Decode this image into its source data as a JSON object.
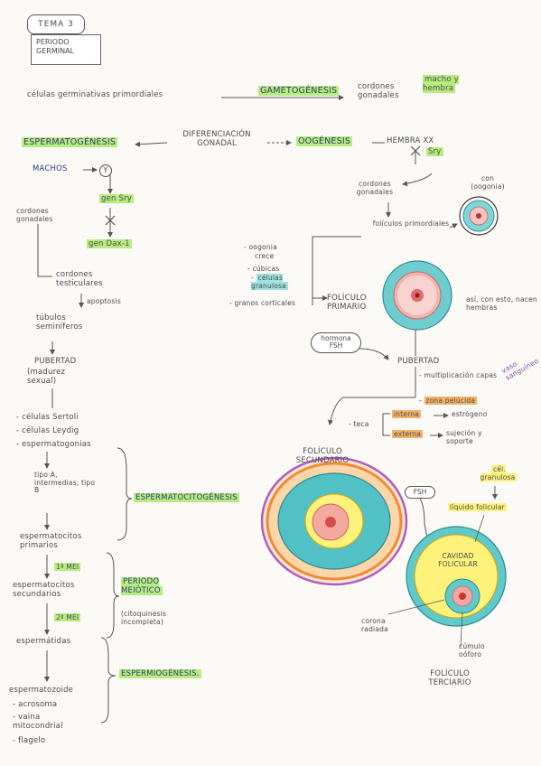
{
  "title": "TEMA 3",
  "subtitle": "PERIODO GERMINAL",
  "row1": {
    "celulas": "células germinativas primordiales",
    "gametogenesis": "GAMETOGÉNESIS",
    "cordones": "cordones gonadales",
    "macho_hembra": "macho y hembra"
  },
  "row2": {
    "espermatogenesis": "ESPERMATOGÉNESIS",
    "diferenciacion": "DIFERENCIACIÓN GONADAL",
    "oogenesis": "OOGÉNESIS",
    "hembra": "HEMBRA XX",
    "sry": "Sry"
  },
  "left": {
    "machos": "MACHOS",
    "y_mark": "Y",
    "gen_sry": "gen Sry",
    "cordones_gonadales": "cordones gonadales",
    "gen_dax": "gen Dax-1",
    "cordones_testiculares": "cordones testiculares",
    "apoptosis": "apoptosis",
    "tubulos": "túbulos seminíferos",
    "pubertad": "PUBERTAD",
    "madurez": "(madurez sexual)",
    "cel_sertoli": "células Sertoli",
    "cel_leydig": "células Leydig",
    "espermatogonias": "espermatogonias",
    "tipos": "tipo A, intermedias, tipo B",
    "espermatocitos1": "espermatocitos primarios",
    "meiosis1": "1ª MEI",
    "espermatocitos2": "espermatocitos secundarios",
    "meiosis2": "2ª MEI",
    "espermatidas": "espermátidas",
    "espermatozoide": "espermatozoide",
    "acrosoma": "acrosoma",
    "vaina": "vaina mitocondrial",
    "flagelo": "flagelo",
    "espermatocitogenesis": "ESPERMATOCITOGÉNESIS",
    "periodo_meiotico": "PERIODO MEIÓTICO",
    "citoquinesis": "(citoquinesis incompleta)",
    "espermiogenesis": "ESPERMIOGÉNESIS."
  },
  "right": {
    "cordones_gonadales": "cordones gonadales",
    "con_oogonia": "con (oogonia)",
    "foliculos": "folículos primordiales",
    "oogonia": "oogonia",
    "crece": "crece",
    "cubicas": "cúbicas",
    "celulas_granulosa": "células granulosa",
    "granos": "granos corticales",
    "foliculo_primario": "FOLÍCULO PRIMARIO",
    "asi_con": "así, con esto, nacen hembras",
    "hormona": "hormona FSH",
    "pubertad": "PUBERTAD",
    "multiplicacion": "multiplicación capas",
    "zona_pelucida": "zona pelúcida",
    "teca": "teca",
    "interna": "interna",
    "estrogeno": "estrógeno",
    "externa": "externa",
    "sujecion": "sujeción y soporte",
    "foliculo_secundario": "FOLÍCULO SECUNDARIO",
    "fsh": "FSH",
    "cel_granulosa": "cél. granulosa",
    "liquido": "líquido folicular",
    "cavidad": "CAVIDAD FOLICULAR",
    "corona": "corona radiada",
    "cumulo": "cúmulo oóforo",
    "foliculo_terciario": "FOLÍCULO TERCIARIO",
    "vaso": "vaso sanguíneo"
  },
  "colors": {
    "green_highlight": "#b8ec7e",
    "orange_highlight": "#f4b36a",
    "cyan_cell": "#56c6c9",
    "pink_cell": "#f3a9a0",
    "yellow": "#fff27a"
  }
}
